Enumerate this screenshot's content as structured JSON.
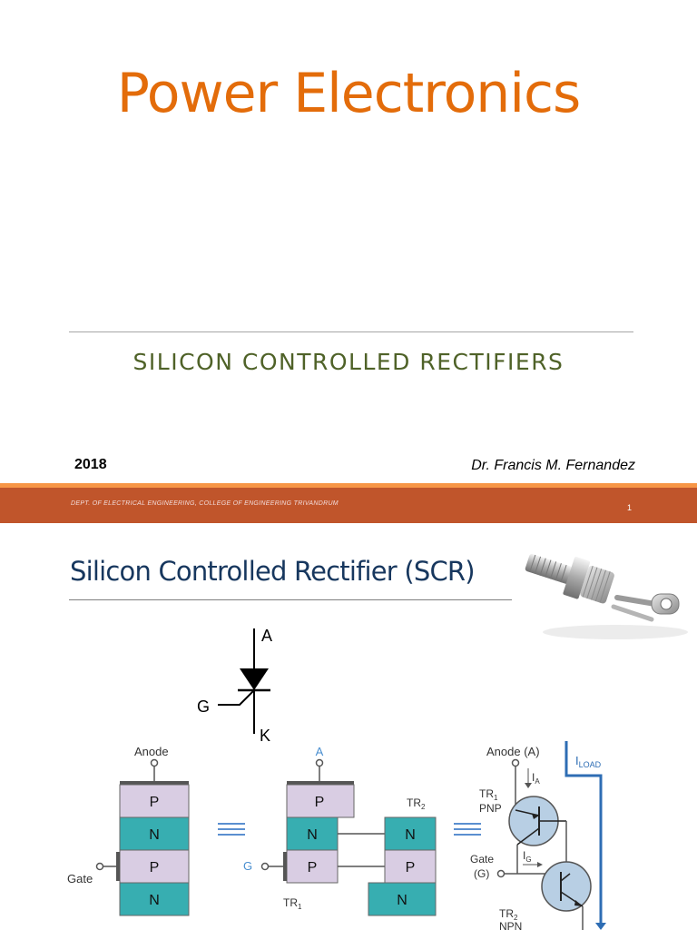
{
  "slide1": {
    "title": "Power Electronics",
    "subtitle": "SILICON CONTROLLED RECTIFIERS",
    "year": "2018",
    "author": "Dr. Francis M. Fernandez",
    "footer": "DEPT. OF ELECTRICAL ENGINEERING, COLLEGE OF ENGINEERING TRIVANDRUM",
    "page_number": "1"
  },
  "slide2": {
    "title": "Silicon Controlled Rectifier (SCR)",
    "symbol": {
      "anode": "A",
      "gate": "G",
      "cathode": "K"
    },
    "layers": {
      "label_anode": "Anode",
      "label_gate": "Gate",
      "stack": [
        "P",
        "N",
        "P",
        "N"
      ]
    },
    "split": {
      "label_a": "A",
      "label_g": "G",
      "tr1": "TR",
      "tr1_sub": "1",
      "tr2": "TR",
      "tr2_sub": "2",
      "left_stack": [
        "P",
        "N",
        "P"
      ],
      "right_stack": [
        "N",
        "P",
        "N"
      ]
    },
    "equivalent": {
      "anode": "Anode (A)",
      "tr1": "TR",
      "tr1_sub": "1",
      "tr1_type": "PNP",
      "ia": "I",
      "ia_sub": "A",
      "gate": "Gate",
      "gate_g": "(G)",
      "ig": "I",
      "ig_sub": "G",
      "tr2": "TR",
      "tr2_sub": "2",
      "tr2_type": "NPN",
      "iload": "I",
      "iload_sub": "LOAD"
    },
    "equiv_sign": "≡",
    "colors": {
      "p_layer": "#d9cde3",
      "n_layer": "#37aeb1",
      "arrow": "#2e6db4"
    }
  }
}
